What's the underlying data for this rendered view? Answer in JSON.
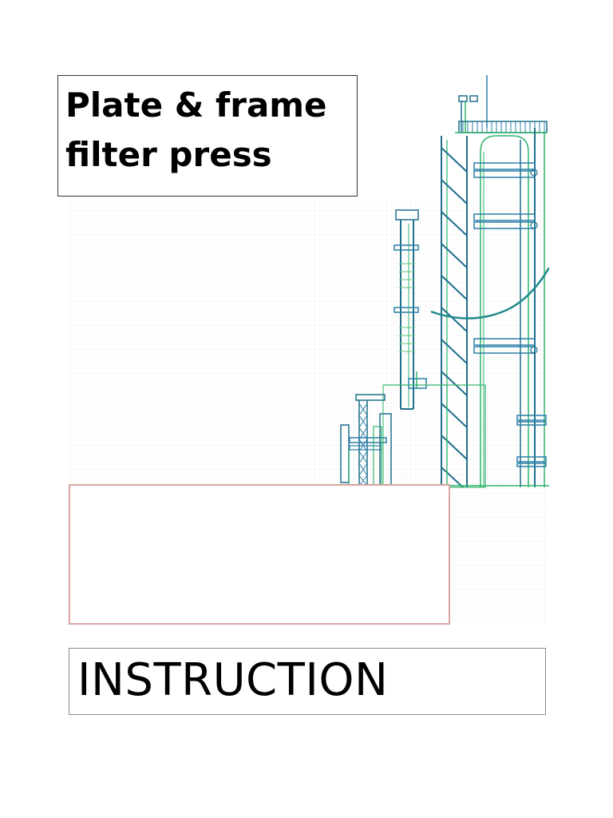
{
  "cover": {
    "title_line1": "Plate & frame",
    "title_line2": "filter press",
    "document_label": "INSTRUCTION"
  },
  "illustration": {
    "icon": "industrial-plant-icon",
    "colors": {
      "teal": "#1f6f8b",
      "blue": "#2a7fa8",
      "green": "#2fb36a",
      "light_green": "#5cc98a"
    }
  },
  "subtitle_box": {
    "border_color": "#d9a4a0"
  }
}
